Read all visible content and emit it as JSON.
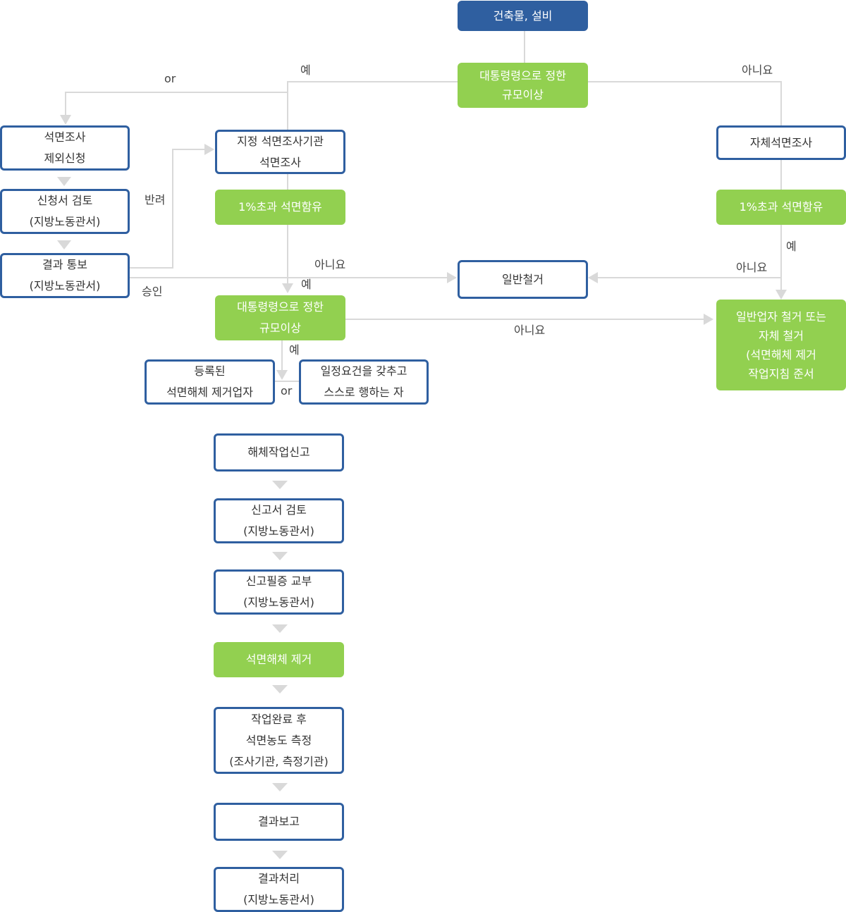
{
  "nodes": {
    "building": "건축물, 설비",
    "scale_top": [
      "대통령령으로 정한",
      "규모이상"
    ],
    "exempt": [
      "석면조사",
      "제외신청"
    ],
    "designated": [
      "지정 석면조사기관",
      "석면조사"
    ],
    "self_survey": "자체석면조사",
    "app_review": [
      "신청서 검토",
      "(지방노동관서)"
    ],
    "result_notice": [
      "결과 통보",
      "(지방노동관서)"
    ],
    "asbestos_mid": "1%초과 석면함유",
    "asbestos_right": "1%초과 석면함유",
    "general_demo": "일반철거",
    "scale_mid": [
      "대통령령으로 정한",
      "규모이상"
    ],
    "general_contractor": [
      "일반업자 철거 또는",
      "자체 철거",
      "(석면해체 제거",
      "작업지침 준서"
    ],
    "registered": [
      "등록된",
      "석면해체 제거업자"
    ],
    "qualified": [
      "일정요건을 갖추고",
      "스스로 행하는 자"
    ],
    "report": "해체작업신고",
    "report_review": [
      "신고서 검토",
      "(지방노동관서)"
    ],
    "certificate": [
      "신고필증 교부",
      "(지방노동관서)"
    ],
    "removal": "석면해체 제거",
    "measure": [
      "작업완료 후",
      "석면농도 측정",
      "(조사기관, 측정기관)"
    ],
    "result_report": "결과보고",
    "result_process": [
      "결과처리",
      "(지방노동관서)"
    ]
  },
  "labels": {
    "or_top": "or",
    "yes_top": "예",
    "no_top": "아니요",
    "reject": "반려",
    "no_mid": "아니요",
    "approve": "승인",
    "yes_mid": "예",
    "yes_right": "예",
    "no_right": "아니요",
    "no_scale": "아니요",
    "yes_scale": "예",
    "or_bottom": "or"
  },
  "colors": {
    "outline": "#2f5fa0",
    "green": "#92d050",
    "title": "#2f5fa0",
    "line": "#d9d9d9"
  }
}
